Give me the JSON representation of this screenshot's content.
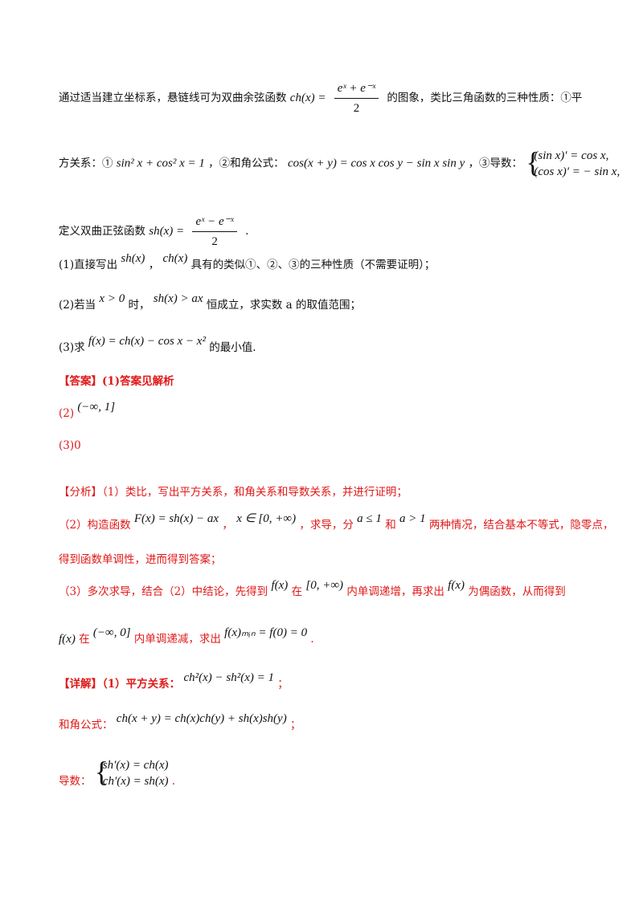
{
  "problem": {
    "intro_a": "通过适当建立坐标系，悬链线可为双曲余弦函数",
    "ch_lhs": "ch(x) =",
    "ch_num": "eˣ + e⁻ˣ",
    "ch_den": "2",
    "intro_b": "的图象，类比三角函数的三种性质：①平",
    "line2_a": "方关系：①",
    "sq_identity": "sin² x + cos² x = 1",
    "line2_b": "，②和角公式：",
    "sum_formula": "cos(x + y) = cos x cos y − sin x sin y",
    "line2_c": "，③导数：",
    "deriv_1": "(sin x)′ = cos x,",
    "deriv_2": "(cos x)′ = − sin x,",
    "line3_a": "定义双曲正弦函数",
    "sh_lhs": "sh(x) =",
    "sh_num": "eˣ − e⁻ˣ",
    "sh_den": "2",
    "line3_end": ".",
    "q1_a": "(1)直接写出",
    "q1_sh": "sh(x)",
    "q1_sep": "，",
    "q1_ch": "ch(x)",
    "q1_b": "具有的类似①、②、③的三种性质（不需要证明）；",
    "q2_a": "(2)若当",
    "q2_cond": "x > 0",
    "q2_b": "时，",
    "q2_ineq": "sh(x) > ax",
    "q2_c": "恒成立，求实数 a 的取值范围；",
    "q3_a": "(3)求",
    "q3_f": "f(x) = ch(x) − cos x − x²",
    "q3_b": "的最小值."
  },
  "answer": {
    "label": "【答案】(1)答案见解析",
    "a2_prefix": "(2)",
    "a2_value": "(−∞, 1]",
    "a3": "(3)0"
  },
  "analysis": {
    "label": "【分析】（1）类比，写出平方关系，和角关系和导数关系，并进行证明；",
    "p2_a": "（2）构造函数",
    "p2_F": "F(x) = sh(x) − ax",
    "p2_sep": "，",
    "p2_dom": "x ∈ [0, +∞)",
    "p2_b": "，求导，分",
    "p2_c1": "a ≤ 1",
    "p2_and": "和",
    "p2_c2": "a > 1",
    "p2_c": "两种情况，结合基本不等式，隐零点，",
    "p2_line2": "得到函数单调性，进而得到答案；",
    "p3_a": "（3）多次求导，结合（2）中结论，先得到",
    "p3_f1": "f(x)",
    "p3_in": "在",
    "p3_int1": "[0, +∞)",
    "p3_b": "内单调递增，再求出",
    "p3_f2": "f(x)",
    "p3_c": "为偶函数，从而得到",
    "p3_f3": "f(x)",
    "p3_in2": "在",
    "p3_int2": "(−∞, 0]",
    "p3_d": "内单调递减，求出",
    "p3_min": "f(x)ₘᵢₙ = f(0) = 0",
    "p3_end": "."
  },
  "detail": {
    "label": "【详解】（1）平方关系：",
    "sq": "ch²(x) − sh²(x) = 1",
    "sq_end": "；",
    "sum_label": "和角公式：",
    "sum": "ch(x + y) = ch(x)ch(y) + sh(x)sh(y)",
    "sum_end": "；",
    "deriv_label": "导数：",
    "d1": "sh′(x) = ch(x)",
    "d2": "ch′(x) = sh(x)",
    "d_end": "."
  }
}
